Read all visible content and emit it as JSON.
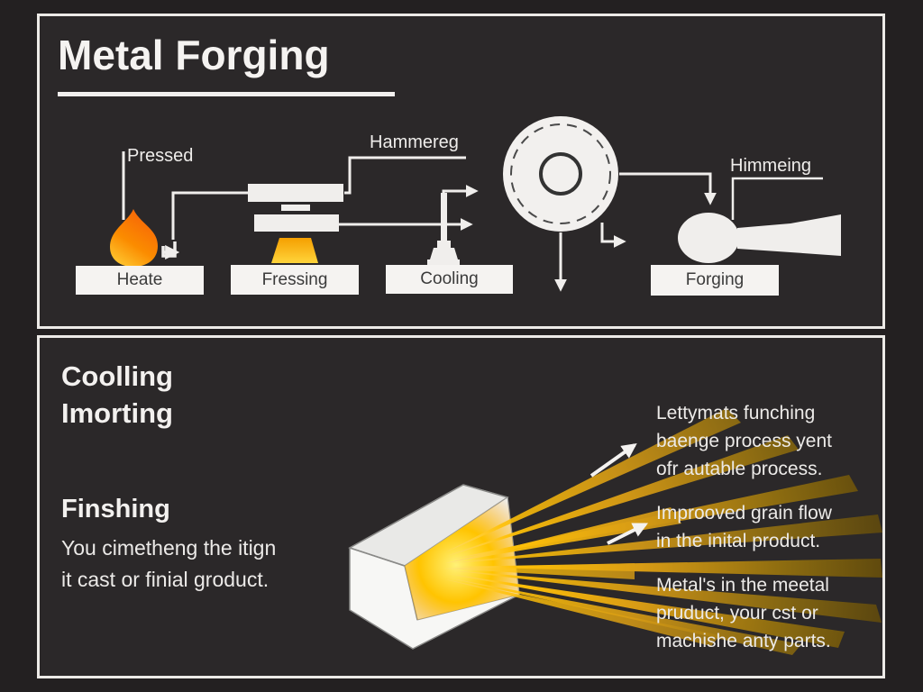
{
  "title": {
    "text": "Metal Forging"
  },
  "top_diagram": {
    "labels": {
      "pressed": "Pressed",
      "hammereg": "Hammereg",
      "himmeing": "Himmeing"
    },
    "stages": [
      {
        "label": "Heate"
      },
      {
        "label": "Fressing"
      },
      {
        "label": "Cooling"
      },
      {
        "label": "Forging"
      }
    ],
    "icons": [
      "flame-icon",
      "redirect-arrow-icon",
      "press-icon",
      "cooling-tool-icon",
      "grinding-wheel-icon",
      "mallet-icon"
    ]
  },
  "bottom_section": {
    "heading1_line1": "Coolling",
    "heading1_line2": "Imorting",
    "heading2": "Finshing",
    "body_line1": "You cimetheng the itign",
    "body_line2": "it cast or finial groduct.",
    "bullets": [
      {
        "lines": [
          "Lettymats funching",
          "baenge process yent",
          "ofr autable process."
        ]
      },
      {
        "lines": [
          "Improoved grain flow",
          "in the inital product."
        ]
      },
      {
        "lines": [
          "Metal's in the  meetal",
          "pruduct, your cst or",
          "machishe anty parts."
        ]
      }
    ],
    "icons": [
      "workpiece-block-icon",
      "sparks-icon",
      "pointer-arrow-icon"
    ]
  },
  "colors": {
    "background": "#232021",
    "panel_background": "#2b2829",
    "frame_border": "#eceae7",
    "line_white": "#f0eeec",
    "flame_yellow": "#ffd43b",
    "flame_orange": "#f76707",
    "spark_amber": "#e8a81e",
    "box_text": "#3b3b3b"
  }
}
